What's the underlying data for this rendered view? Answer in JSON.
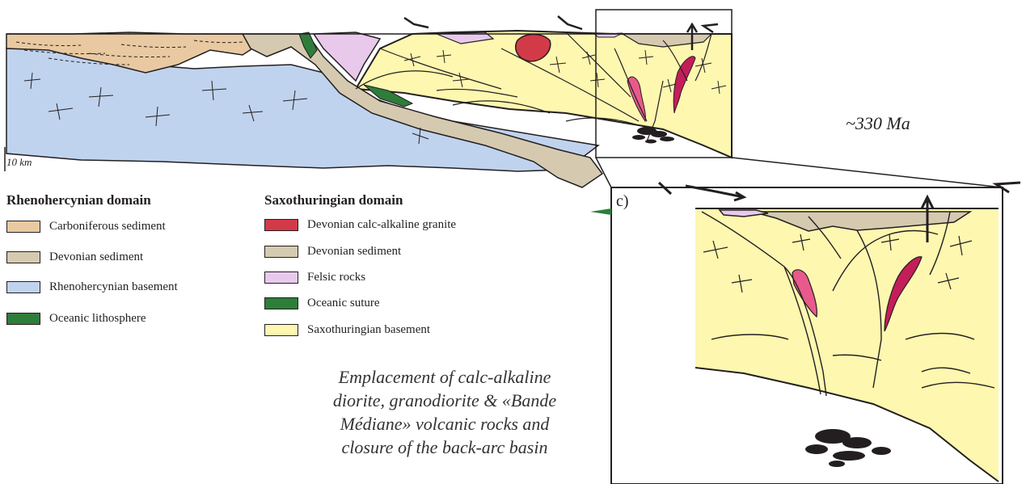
{
  "scale_label": "10 km",
  "age_label": "~330 Ma",
  "inset_label": "c)",
  "caption": {
    "line1": "Emplacement of calc-alkaline",
    "line2": "diorite, granodiorite & «Bande",
    "line3": "Médiane» volcanic rocks and",
    "line4": "closure of the back-arc basin"
  },
  "rhenohercynian": {
    "title": "Rhenohercynian domain",
    "items": [
      {
        "label": "Carboniferous sediment",
        "color": "#e9c9a1"
      },
      {
        "label": "Devonian sediment",
        "color": "#d5cab0"
      },
      {
        "label": "Rhenohercynian basement",
        "color": "#c0d3ee"
      },
      {
        "label": "Oceanic lithosphere",
        "color": "#2e7d3a"
      }
    ]
  },
  "saxothuringian": {
    "title": "Saxothuringian domain",
    "items": [
      {
        "label": "Devonian calc-alkaline granite",
        "color": "#d33a48"
      },
      {
        "label": "Devonian sediment",
        "color": "#d5cab0"
      },
      {
        "label": "Felsic rocks",
        "color": "#e8c9ec"
      },
      {
        "label": "Oceanic suture",
        "color": "#2e7d3a"
      },
      {
        "label": "Saxothuringian basement",
        "color": "#fdf7b0"
      }
    ]
  },
  "colors": {
    "outline": "#231f20",
    "intrusion_pink": "#e85a8c",
    "intrusion_magenta": "#c41e5a"
  }
}
